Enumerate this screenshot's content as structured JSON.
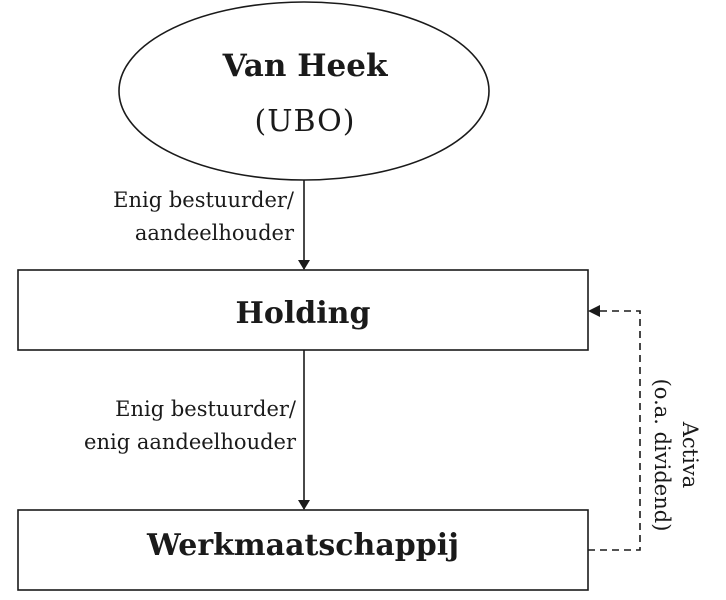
{
  "nodes": {
    "ubo": {
      "name": "Van Heek",
      "role": "(UBO)"
    },
    "holding": {
      "name": "Holding"
    },
    "werkmaatschappij": {
      "name": "Werkmaatschappij"
    }
  },
  "edges": {
    "ubo_to_holding": {
      "line1": "Enig bestuurder/",
      "line2": "aandeelhouder"
    },
    "holding_to_werk": {
      "line1": "Enig bestuurder/",
      "line2": "enig aandeelhouder"
    },
    "werk_to_holding": {
      "line1": "Activa",
      "line2": "(o.a. dividend)"
    }
  },
  "colors": {
    "stroke": "#1a1a1a",
    "background": "#ffffff"
  }
}
